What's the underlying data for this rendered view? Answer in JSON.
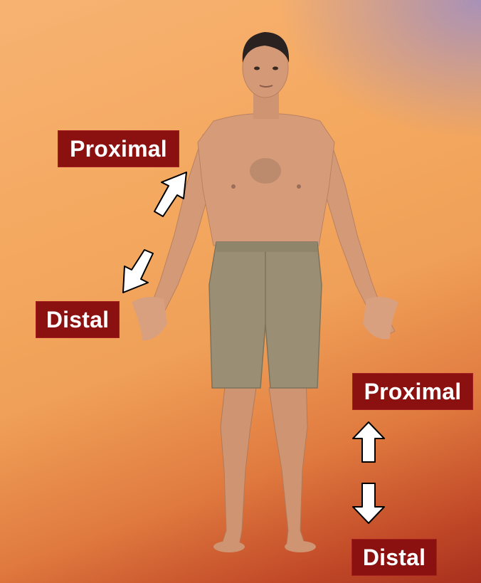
{
  "labels": {
    "arm_proximal": "Proximal",
    "arm_distal": "Distal",
    "leg_proximal": "Proximal",
    "leg_distal": "Distal"
  },
  "colors": {
    "label_bg": "#8b1010",
    "label_text": "#ffffff",
    "arrow_fill": "#ffffff",
    "arrow_stroke": "#000000",
    "skin": "#d49a78",
    "shorts": "#9a8f74",
    "hair": "#2a2220"
  },
  "icons": {
    "arm_up_arrow": "arrow-up-right-icon",
    "arm_down_arrow": "arrow-down-left-icon",
    "leg_up_arrow": "arrow-up-icon",
    "leg_down_arrow": "arrow-down-icon"
  }
}
